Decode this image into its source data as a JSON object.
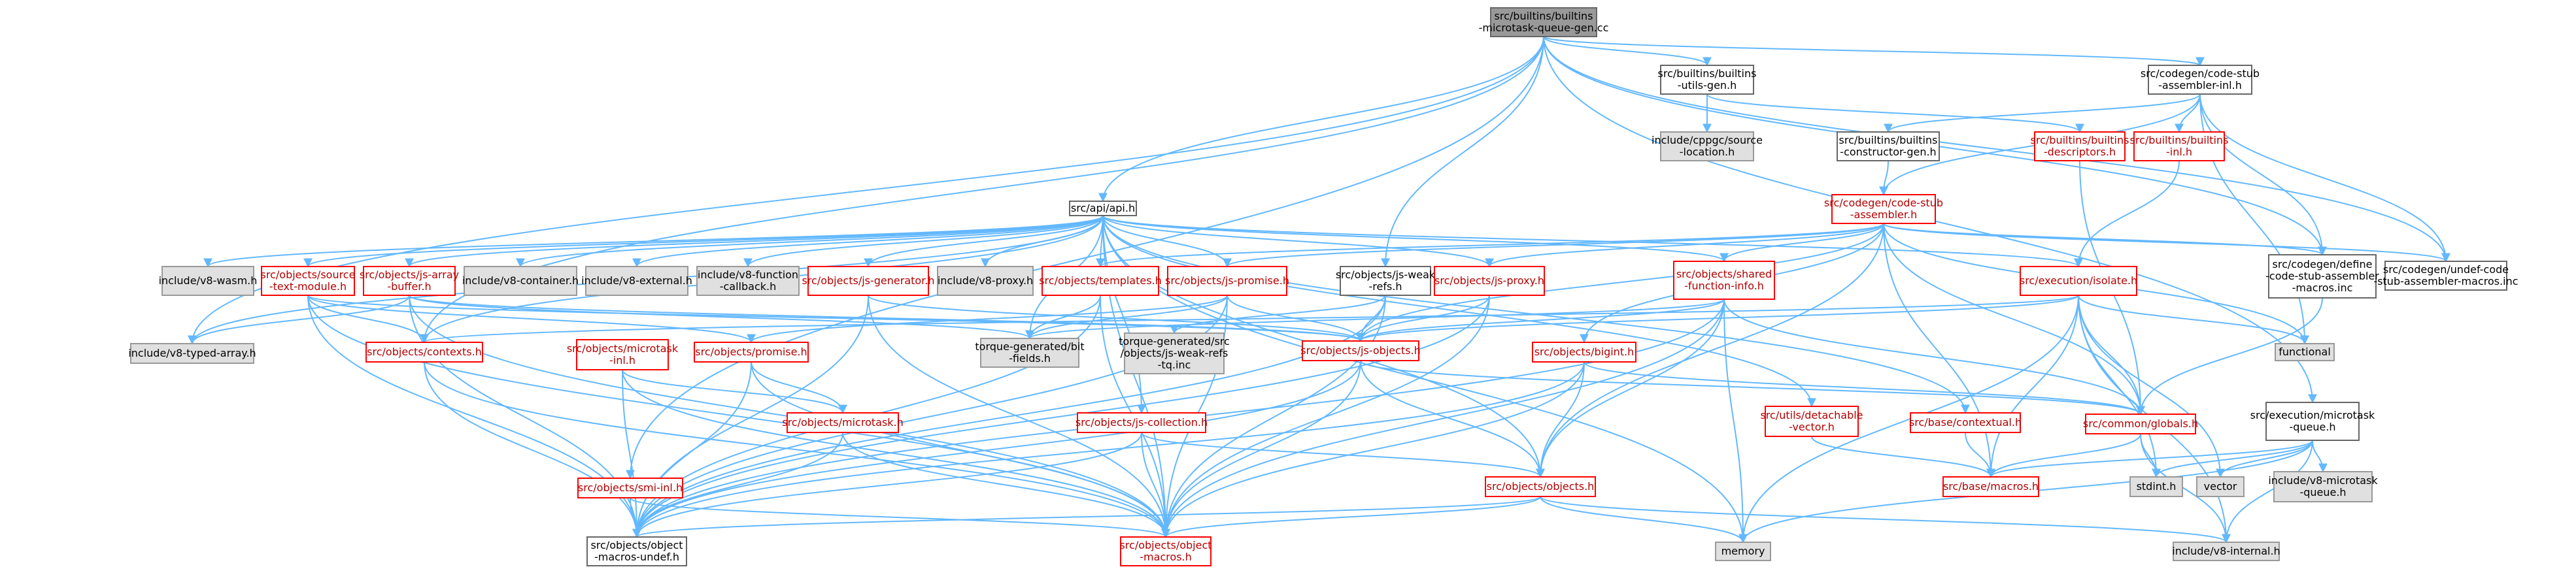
{
  "styles": {
    "root": {
      "fill": "#999999",
      "stroke": "#666666",
      "text": "#000000"
    },
    "internal": {
      "fill": "#ffffff",
      "stroke": "#ff0000",
      "text": "#b30000"
    },
    "plain": {
      "fill": "#ffffff",
      "stroke": "#666666",
      "text": "#000000"
    },
    "external": {
      "fill": "#e0e0e0",
      "stroke": "#999999",
      "text": "#000000"
    },
    "edge": "#63b8ff"
  },
  "nodes": [
    {
      "id": "root",
      "lines": [
        "src/builtins/builtins",
        "-microtask-queue-gen.cc"
      ],
      "style": "root"
    },
    {
      "id": "api_api_h",
      "lines": [
        "src/api/api.h"
      ],
      "style": "plain"
    },
    {
      "id": "builtins_utils_gen_h",
      "lines": [
        "src/builtins/builtins",
        "-utils-gen.h"
      ],
      "style": "plain"
    },
    {
      "id": "cppgc_source_location_h",
      "lines": [
        "include/cppgc/source",
        "-location.h"
      ],
      "style": "external"
    },
    {
      "id": "code_stub_assembler_inl_h",
      "lines": [
        "src/codegen/code-stub",
        "-assembler-inl.h"
      ],
      "style": "plain"
    },
    {
      "id": "builtins_constructor_gen_h",
      "lines": [
        "src/builtins/builtins",
        "-constructor-gen.h"
      ],
      "style": "plain"
    },
    {
      "id": "builtins_descriptors_h",
      "lines": [
        "src/builtins/builtins",
        "-descriptors.h"
      ],
      "style": "internal"
    },
    {
      "id": "builtins_inl_h",
      "lines": [
        "src/builtins/builtins",
        "-inl.h"
      ],
      "style": "internal"
    },
    {
      "id": "code_stub_assembler_h",
      "lines": [
        "src/codegen/code-stub",
        "-assembler.h"
      ],
      "style": "internal"
    },
    {
      "id": "v8_wasm_h",
      "lines": [
        "include/v8-wasm.h"
      ],
      "style": "external"
    },
    {
      "id": "source_text_module_h",
      "lines": [
        "src/objects/source",
        "-text-module.h"
      ],
      "style": "internal"
    },
    {
      "id": "js_array_buffer_h",
      "lines": [
        "src/objects/js-array",
        "-buffer.h"
      ],
      "style": "internal"
    },
    {
      "id": "v8_container_h",
      "lines": [
        "include/v8-container.h"
      ],
      "style": "external"
    },
    {
      "id": "v8_external_h",
      "lines": [
        "include/v8-external.h"
      ],
      "style": "external"
    },
    {
      "id": "v8_function_callback_h",
      "lines": [
        "include/v8-function",
        "-callback.h"
      ],
      "style": "external"
    },
    {
      "id": "js_generator_h",
      "lines": [
        "src/objects/js-generator.h"
      ],
      "style": "internal"
    },
    {
      "id": "v8_proxy_h",
      "lines": [
        "include/v8-proxy.h"
      ],
      "style": "external"
    },
    {
      "id": "templates_h",
      "lines": [
        "src/objects/templates.h"
      ],
      "style": "internal"
    },
    {
      "id": "js_promise_h",
      "lines": [
        "src/objects/js-promise.h"
      ],
      "style": "internal"
    },
    {
      "id": "js_weak_refs_h",
      "lines": [
        "src/objects/js-weak",
        "-refs.h"
      ],
      "style": "plain"
    },
    {
      "id": "js_proxy_h",
      "lines": [
        "src/objects/js-proxy.h"
      ],
      "style": "internal"
    },
    {
      "id": "shared_function_info_h",
      "lines": [
        "src/objects/shared",
        "-function-info.h"
      ],
      "style": "internal"
    },
    {
      "id": "isolate_h",
      "lines": [
        "src/execution/isolate.h"
      ],
      "style": "internal"
    },
    {
      "id": "define_code_stub_assembler_macros_inc",
      "lines": [
        "src/codegen/define",
        "-code-stub-assembler",
        "-macros.inc"
      ],
      "style": "plain"
    },
    {
      "id": "undef_code_stub_assembler_macros_inc",
      "lines": [
        "src/codegen/undef-code",
        "-stub-assembler-macros.inc"
      ],
      "style": "plain"
    },
    {
      "id": "functional",
      "lines": [
        "functional"
      ],
      "style": "external"
    },
    {
      "id": "v8_typed_array_h",
      "lines": [
        "include/v8-typed-array.h"
      ],
      "style": "external"
    },
    {
      "id": "contexts_h",
      "lines": [
        "src/objects/contexts.h"
      ],
      "style": "internal"
    },
    {
      "id": "microtask_inl_h",
      "lines": [
        "src/objects/microtask",
        "-inl.h"
      ],
      "style": "internal"
    },
    {
      "id": "promise_h",
      "lines": [
        "src/objects/promise.h"
      ],
      "style": "internal"
    },
    {
      "id": "bit_fields_h",
      "lines": [
        "torque-generated/bit",
        "-fields.h"
      ],
      "style": "external"
    },
    {
      "id": "js_weak_refs_tq_inc",
      "lines": [
        "torque-generated/src",
        "/objects/js-weak-refs",
        "-tq.inc"
      ],
      "style": "external"
    },
    {
      "id": "js_objects_h",
      "lines": [
        "src/objects/js-objects.h"
      ],
      "style": "internal"
    },
    {
      "id": "bigint_h",
      "lines": [
        "src/objects/bigint.h"
      ],
      "style": "internal"
    },
    {
      "id": "microtask_h",
      "lines": [
        "src/objects/microtask.h"
      ],
      "style": "internal"
    },
    {
      "id": "js_collection_h",
      "lines": [
        "src/objects/js-collection.h"
      ],
      "style": "internal"
    },
    {
      "id": "detachable_vector_h",
      "lines": [
        "src/utils/detachable",
        "-vector.h"
      ],
      "style": "internal"
    },
    {
      "id": "contextual_h",
      "lines": [
        "src/base/contextual.h"
      ],
      "style": "internal"
    },
    {
      "id": "globals_h",
      "lines": [
        "src/common/globals.h"
      ],
      "style": "internal"
    },
    {
      "id": "microtask_queue_h",
      "lines": [
        "src/execution/microtask",
        "-queue.h"
      ],
      "style": "plain"
    },
    {
      "id": "smi_inl_h",
      "lines": [
        "src/objects/smi-inl.h"
      ],
      "style": "internal"
    },
    {
      "id": "objects_h",
      "lines": [
        "src/objects/objects.h"
      ],
      "style": "internal"
    },
    {
      "id": "macros_h",
      "lines": [
        "src/base/macros.h"
      ],
      "style": "internal"
    },
    {
      "id": "stdint_h",
      "lines": [
        "stdint.h"
      ],
      "style": "external"
    },
    {
      "id": "vector",
      "lines": [
        "vector"
      ],
      "style": "external"
    },
    {
      "id": "v8_microtask_queue_h",
      "lines": [
        "include/v8-microtask",
        "-queue.h"
      ],
      "style": "external"
    },
    {
      "id": "object_macros_undef_h",
      "lines": [
        "src/objects/object",
        "-macros-undef.h"
      ],
      "style": "plain"
    },
    {
      "id": "object_macros_h",
      "lines": [
        "src/objects/object",
        "-macros.h"
      ],
      "style": "internal"
    },
    {
      "id": "memory",
      "lines": [
        "memory"
      ],
      "style": "external"
    },
    {
      "id": "v8_internal_h",
      "lines": [
        "include/v8-internal.h"
      ],
      "style": "external"
    }
  ],
  "edges": [
    [
      "root",
      "api_api_h"
    ],
    [
      "root",
      "builtins_utils_gen_h"
    ],
    [
      "root",
      "code_stub_assembler_inl_h"
    ],
    [
      "root",
      "js_weak_refs_h"
    ],
    [
      "root",
      "microtask_queue_h"
    ],
    [
      "root",
      "smi_inl_h"
    ],
    [
      "root",
      "contexts_h"
    ],
    [
      "root",
      "v8_typed_array_h"
    ],
    [
      "root",
      "define_code_stub_assembler_macros_inc"
    ],
    [
      "root",
      "undef_code_stub_assembler_macros_inc"
    ],
    [
      "builtins_utils_gen_h",
      "cppgc_source_location_h"
    ],
    [
      "builtins_utils_gen_h",
      "builtins_descriptors_h"
    ],
    [
      "code_stub_assembler_inl_h",
      "builtins_constructor_gen_h"
    ],
    [
      "code_stub_assembler_inl_h",
      "builtins_inl_h"
    ],
    [
      "code_stub_assembler_inl_h",
      "code_stub_assembler_h"
    ],
    [
      "code_stub_assembler_inl_h",
      "define_code_stub_assembler_macros_inc"
    ],
    [
      "code_stub_assembler_inl_h",
      "undef_code_stub_assembler_macros_inc"
    ],
    [
      "code_stub_assembler_inl_h",
      "functional"
    ],
    [
      "builtins_constructor_gen_h",
      "code_stub_assembler_h"
    ],
    [
      "builtins_descriptors_h",
      "globals_h"
    ],
    [
      "builtins_inl_h",
      "isolate_h"
    ],
    [
      "code_stub_assembler_h",
      "templates_h"
    ],
    [
      "code_stub_assembler_h",
      "js_promise_h"
    ],
    [
      "code_stub_assembler_h",
      "js_proxy_h"
    ],
    [
      "code_stub_assembler_h",
      "shared_function_info_h"
    ],
    [
      "code_stub_assembler_h",
      "bigint_h"
    ],
    [
      "code_stub_assembler_h",
      "functional"
    ],
    [
      "code_stub_assembler_h",
      "define_code_stub_assembler_macros_inc"
    ],
    [
      "code_stub_assembler_h",
      "undef_code_stub_assembler_macros_inc"
    ],
    [
      "code_stub_assembler_h",
      "globals_h"
    ],
    [
      "code_stub_assembler_h",
      "macros_h"
    ],
    [
      "code_stub_assembler_h",
      "objects_h"
    ],
    [
      "code_stub_assembler_h",
      "js_objects_h"
    ],
    [
      "api_api_h",
      "v8_wasm_h"
    ],
    [
      "api_api_h",
      "source_text_module_h"
    ],
    [
      "api_api_h",
      "js_array_buffer_h"
    ],
    [
      "api_api_h",
      "v8_container_h"
    ],
    [
      "api_api_h",
      "v8_external_h"
    ],
    [
      "api_api_h",
      "v8_function_callback_h"
    ],
    [
      "api_api_h",
      "js_generator_h"
    ],
    [
      "api_api_h",
      "v8_proxy_h"
    ],
    [
      "api_api_h",
      "templates_h"
    ],
    [
      "api_api_h",
      "js_promise_h"
    ],
    [
      "api_api_h",
      "js_proxy_h"
    ],
    [
      "api_api_h",
      "shared_function_info_h"
    ],
    [
      "api_api_h",
      "isolate_h"
    ],
    [
      "api_api_h",
      "v8_typed_array_h"
    ],
    [
      "api_api_h",
      "contexts_h"
    ],
    [
      "api_api_h",
      "objects_h"
    ],
    [
      "api_api_h",
      "detachable_vector_h"
    ],
    [
      "api_api_h",
      "contextual_h"
    ],
    [
      "api_api_h",
      "js_collection_h"
    ],
    [
      "api_api_h",
      "memory"
    ],
    [
      "api_api_h",
      "bit_fields_h"
    ],
    [
      "api_api_h",
      "object_macros_h"
    ],
    [
      "source_text_module_h",
      "contexts_h"
    ],
    [
      "source_text_module_h",
      "promise_h"
    ],
    [
      "source_text_module_h",
      "js_objects_h"
    ],
    [
      "source_text_module_h",
      "object_macros_h"
    ],
    [
      "source_text_module_h",
      "object_macros_undef_h"
    ],
    [
      "js_array_buffer_h",
      "v8_typed_array_h"
    ],
    [
      "js_array_buffer_h",
      "bit_fields_h"
    ],
    [
      "js_array_buffer_h",
      "js_objects_h"
    ],
    [
      "js_array_buffer_h",
      "object_macros_h"
    ],
    [
      "js_array_buffer_h",
      "object_macros_undef_h"
    ],
    [
      "js_generator_h",
      "js_objects_h"
    ],
    [
      "js_generator_h",
      "object_macros_h"
    ],
    [
      "js_generator_h",
      "object_macros_undef_h"
    ],
    [
      "templates_h",
      "bit_fields_h"
    ],
    [
      "templates_h",
      "object_macros_h"
    ],
    [
      "templates_h",
      "object_macros_undef_h"
    ],
    [
      "js_promise_h",
      "promise_h"
    ],
    [
      "js_promise_h",
      "js_objects_h"
    ],
    [
      "js_promise_h",
      "bit_fields_h"
    ],
    [
      "js_promise_h",
      "object_macros_h"
    ],
    [
      "js_promise_h",
      "object_macros_undef_h"
    ],
    [
      "js_weak_refs_h",
      "js_objects_h"
    ],
    [
      "js_weak_refs_h",
      "js_weak_refs_tq_inc"
    ],
    [
      "js_weak_refs_h",
      "object_macros_h"
    ],
    [
      "js_weak_refs_h",
      "object_macros_undef_h"
    ],
    [
      "js_proxy_h",
      "js_objects_h"
    ],
    [
      "js_proxy_h",
      "object_macros_h"
    ],
    [
      "js_proxy_h",
      "object_macros_undef_h"
    ],
    [
      "shared_function_info_h",
      "objects_h"
    ],
    [
      "shared_function_info_h",
      "bit_fields_h"
    ],
    [
      "shared_function_info_h",
      "memory"
    ],
    [
      "shared_function_info_h",
      "object_macros_h"
    ],
    [
      "shared_function_info_h",
      "object_macros_undef_h"
    ],
    [
      "shared_function_info_h",
      "js_objects_h"
    ],
    [
      "shared_function_info_h",
      "globals_h"
    ],
    [
      "isolate_h",
      "functional"
    ],
    [
      "isolate_h",
      "memory"
    ],
    [
      "isolate_h",
      "globals_h"
    ],
    [
      "isolate_h",
      "contexts_h"
    ],
    [
      "isolate_h",
      "js_objects_h"
    ],
    [
      "isolate_h",
      "macros_h"
    ],
    [
      "isolate_h",
      "v8_internal_h"
    ],
    [
      "isolate_h",
      "stdint_h"
    ],
    [
      "isolate_h",
      "vector"
    ],
    [
      "contexts_h",
      "object_macros_h"
    ],
    [
      "contexts_h",
      "object_macros_undef_h"
    ],
    [
      "microtask_inl_h",
      "microtask_h"
    ],
    [
      "microtask_inl_h",
      "object_macros_h"
    ],
    [
      "microtask_inl_h",
      "object_macros_undef_h"
    ],
    [
      "promise_h",
      "microtask_h"
    ],
    [
      "promise_h",
      "object_macros_h"
    ],
    [
      "promise_h",
      "object_macros_undef_h"
    ],
    [
      "microtask_h",
      "object_macros_h"
    ],
    [
      "microtask_h",
      "object_macros_undef_h"
    ],
    [
      "js_collection_h",
      "objects_h"
    ],
    [
      "js_collection_h",
      "object_macros_h"
    ],
    [
      "js_collection_h",
      "object_macros_undef_h"
    ],
    [
      "js_objects_h",
      "objects_h"
    ],
    [
      "js_objects_h",
      "globals_h"
    ],
    [
      "js_objects_h",
      "object_macros_h"
    ],
    [
      "js_objects_h",
      "object_macros_undef_h"
    ],
    [
      "bigint_h",
      "objects_h"
    ],
    [
      "bigint_h",
      "globals_h"
    ],
    [
      "bigint_h",
      "object_macros_h"
    ],
    [
      "bigint_h",
      "object_macros_undef_h"
    ],
    [
      "detachable_vector_h",
      "macros_h"
    ],
    [
      "contextual_h",
      "macros_h"
    ],
    [
      "globals_h",
      "macros_h"
    ],
    [
      "globals_h",
      "stdint_h"
    ],
    [
      "globals_h",
      "v8_internal_h"
    ],
    [
      "microtask_queue_h",
      "macros_h"
    ],
    [
      "microtask_queue_h",
      "stdint_h"
    ],
    [
      "microtask_queue_h",
      "vector"
    ],
    [
      "microtask_queue_h",
      "v8_microtask_queue_h"
    ],
    [
      "microtask_queue_h",
      "v8_internal_h"
    ],
    [
      "microtask_queue_h",
      "memory"
    ],
    [
      "smi_inl_h",
      "object_macros_h"
    ],
    [
      "smi_inl_h",
      "object_macros_undef_h"
    ],
    [
      "objects_h",
      "memory"
    ],
    [
      "objects_h",
      "v8_internal_h"
    ],
    [
      "objects_h",
      "object_macros_h"
    ],
    [
      "objects_h",
      "object_macros_undef_h"
    ],
    [
      "define_code_stub_assembler_macros_inc",
      "globals_h"
    ]
  ]
}
